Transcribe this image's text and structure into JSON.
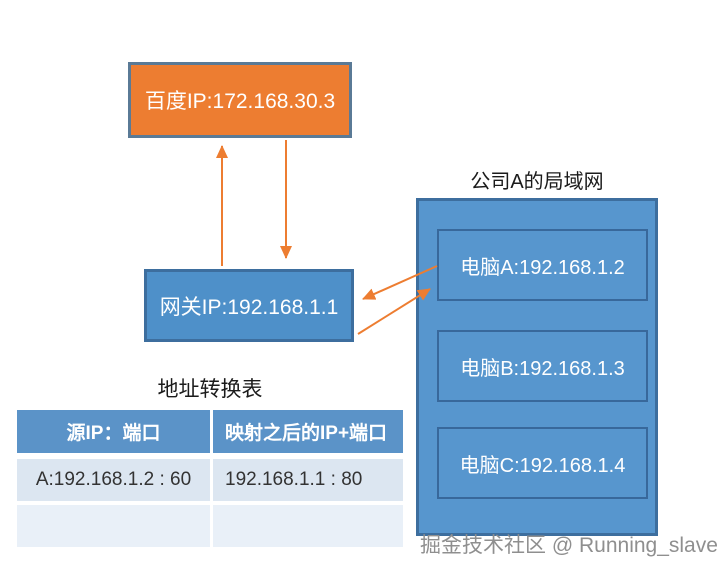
{
  "baidu": {
    "label": "百度IP:172.168.30.3"
  },
  "gateway": {
    "label": "网关IP:192.168.1.1"
  },
  "lan": {
    "title": "公司A的局域网",
    "computers": [
      {
        "label": "电脑A:192.168.1.2"
      },
      {
        "label": "电脑B:192.168.1.3"
      },
      {
        "label": "电脑C:192.168.1.4"
      }
    ]
  },
  "nat_table": {
    "title": "地址转换表",
    "headers": [
      "源IP：端口",
      "映射之后的IP+端口"
    ],
    "rows": [
      [
        "A:192.168.1.2 : 60",
        "192.168.1.1 : 80"
      ],
      [
        "",
        ""
      ]
    ]
  },
  "watermark": "掘金技术社区 @ Running_slave",
  "colors": {
    "orange_fill": "#ED7D31",
    "orange_box_border": "#5A7A96",
    "gateway_fill": "#4E90C9",
    "lan_fill": "#5796CE",
    "blue_border": "#3D6E9E",
    "computer_border": "#38689B",
    "table_header_bg": "#5B93C8",
    "table_row1_bg": "#DCE6F1",
    "table_row2_bg": "#E9F0F8",
    "arrow": "#ED7D31",
    "watermark_gray": "#8F8F8F"
  }
}
